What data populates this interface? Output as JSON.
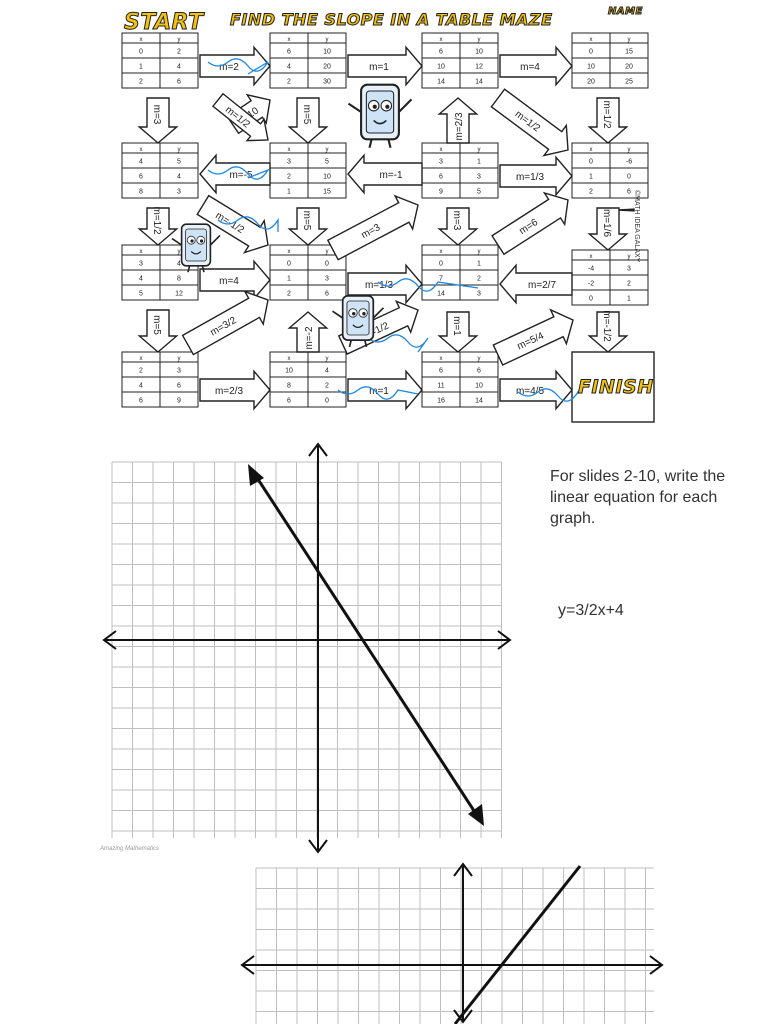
{
  "maze": {
    "start": "START",
    "title": "FIND THE SLOPE IN A TABLE MAZE",
    "name_label": "NAME",
    "finish": "FINISH",
    "copyright": "©MATH IDEA GALAXY",
    "tables": [
      {
        "rows": [
          [
            "0",
            "2"
          ],
          [
            "1",
            "4"
          ],
          [
            "2",
            "6"
          ]
        ]
      },
      {
        "rows": [
          [
            "6",
            "10"
          ],
          [
            "4",
            "20"
          ],
          [
            "2",
            "30"
          ]
        ]
      },
      {
        "rows": [
          [
            "6",
            "10"
          ],
          [
            "10",
            "12"
          ],
          [
            "14",
            "14"
          ]
        ]
      },
      {
        "rows": [
          [
            "0",
            "15"
          ],
          [
            "10",
            "20"
          ],
          [
            "20",
            "25"
          ]
        ]
      },
      {
        "rows": [
          [
            "4",
            "5"
          ],
          [
            "6",
            "4"
          ],
          [
            "8",
            "3"
          ]
        ]
      },
      {
        "rows": [
          [
            "3",
            "5"
          ],
          [
            "2",
            "10"
          ],
          [
            "1",
            "15"
          ]
        ]
      },
      {
        "rows": [
          [
            "3",
            "1"
          ],
          [
            "6",
            "3"
          ],
          [
            "9",
            "5"
          ]
        ]
      },
      {
        "rows": [
          [
            "0",
            "-6"
          ],
          [
            "1",
            "0"
          ],
          [
            "2",
            "6"
          ]
        ]
      },
      {
        "rows": [
          [
            "3",
            "4"
          ],
          [
            "4",
            "8"
          ],
          [
            "5",
            "12"
          ]
        ]
      },
      {
        "rows": [
          [
            "0",
            "0"
          ],
          [
            "1",
            "3"
          ],
          [
            "2",
            "6"
          ]
        ]
      },
      {
        "rows": [
          [
            "0",
            "1"
          ],
          [
            "7",
            "2"
          ],
          [
            "14",
            "3"
          ]
        ]
      },
      {
        "rows": [
          [
            "-4",
            "3"
          ],
          [
            "-2",
            "2"
          ],
          [
            "0",
            "1"
          ]
        ]
      },
      {
        "rows": [
          [
            "2",
            "3"
          ],
          [
            "4",
            "6"
          ],
          [
            "6",
            "9"
          ]
        ]
      },
      {
        "rows": [
          [
            "10",
            "4"
          ],
          [
            "8",
            "2"
          ],
          [
            "6",
            "0"
          ]
        ]
      },
      {
        "rows": [
          [
            "6",
            "6"
          ],
          [
            "11",
            "10"
          ],
          [
            "16",
            "14"
          ]
        ]
      }
    ],
    "table_headers": [
      "x",
      "y"
    ],
    "arrows": [
      "m=2",
      "m=1",
      "m=4",
      "m=3",
      "m=10",
      "m=1/2",
      "m=5",
      "m=2/3",
      "m=1/2",
      "m=1/2",
      "m=-5",
      "m=-1",
      "m=1/3",
      "m=1/2",
      "m=-1/2",
      "m=5",
      "m=3",
      "m=3",
      "m=6",
      "m=1/6",
      "m=4",
      "m=1/3",
      "m=2/7",
      "m=5",
      "m=3/2",
      "m=-2",
      "m=1/2",
      "m=1",
      "m=5/4",
      "m=-1/2",
      "m=2/3",
      "m=1",
      "m=4/5"
    ]
  },
  "instructions": "For slides 2-10, write the linear equation for each graph.",
  "answer": "y=3/2x+4",
  "watermark": "Amazing Mathematics"
}
